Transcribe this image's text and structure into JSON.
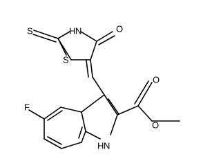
{
  "molecule": {
    "atoms": {
      "sulfur_thione": "S",
      "nh_thiazolidine": "H",
      "n_thiazolidine": "N",
      "oxygen_ketone": "O",
      "sulfur_ring": "S",
      "fluorine": "F",
      "oxygen_ester_single": "O",
      "oxygen_ester_double": "O",
      "n_indole": "N",
      "h_indole": "H"
    }
  }
}
